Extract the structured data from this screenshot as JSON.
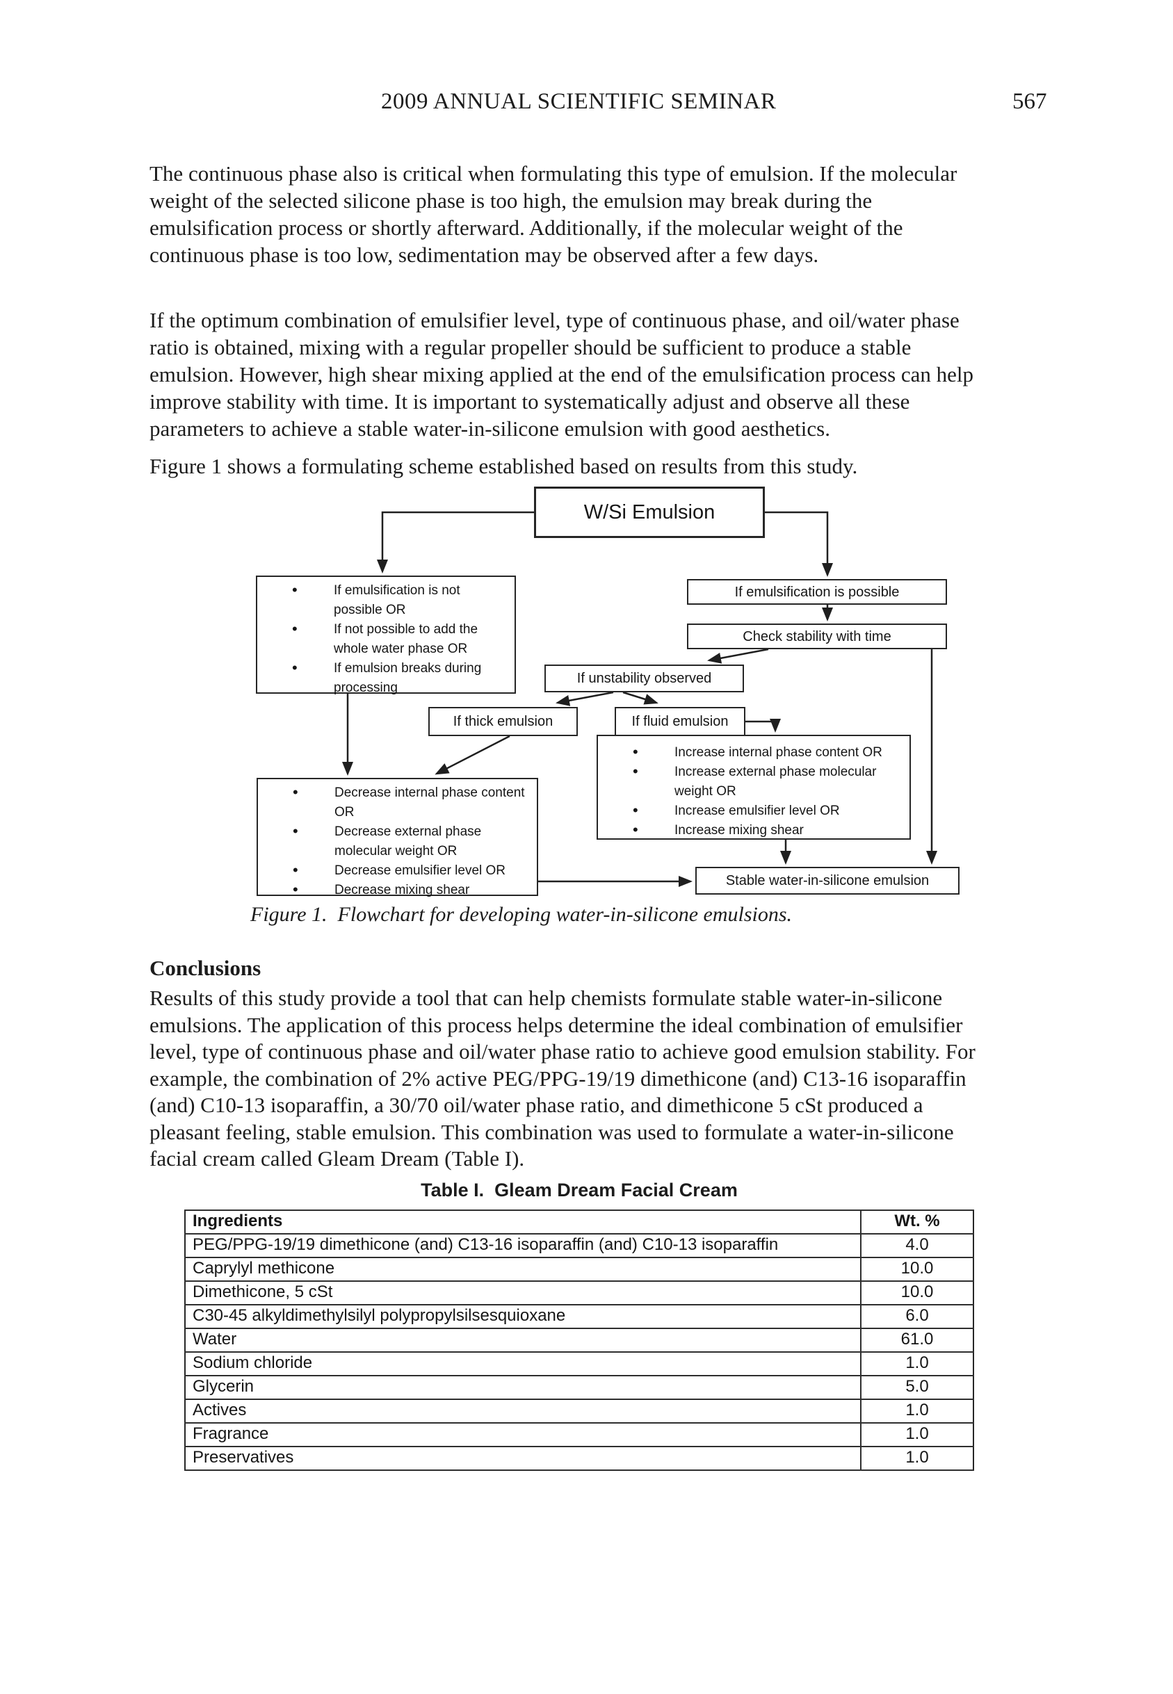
{
  "page": {
    "header": {
      "title": "2009 ANNUAL SCIENTIFIC SEMINAR",
      "page_number": "567"
    },
    "paragraphs": {
      "p1_lines": [
        "The continuous phase also is critical when formulating this type of emulsion. If the molecular",
        "weight of the selected silicone phase is too high, the emulsion may break during the",
        "emulsification process or shortly afterward. Additionally, if the molecular weight of the",
        "continuous phase is too low, sedimentation may be observed after a few days."
      ],
      "p2_lines": [
        "If the optimum combination of emulsifier level, type of continuous phase, and oil/water phase",
        "ratio is obtained, mixing with a regular propeller should be sufficient to produce a stable",
        "emulsion. However, high shear mixing applied at the end of the emulsification process can help",
        "improve stability with time. It is important to systematically adjust and observe all these",
        "parameters to achieve a stable water-in-silicone emulsion with good aesthetics."
      ],
      "p3": "Figure 1 shows a formulating scheme established based on results from this study."
    },
    "figure": {
      "caption": "Figure 1.  Flowchart for developing water-in-silicone emulsions.",
      "nodes": {
        "root": "W/Si Emulsion",
        "possible": "If emulsification is possible",
        "check": "Check stability with time",
        "unstable": "If unstability observed",
        "thick": "If thick emulsion",
        "fluid": "If fluid emulsion",
        "stable": "Stable water-in-silicone emulsion",
        "not_possible_items": [
          "If emulsification is not possible OR",
          "If not possible to add the whole water phase OR",
          "If emulsion breaks during processing"
        ],
        "increase_items": [
          "Increase internal phase content OR",
          "Increase external phase molecular weight OR",
          "Increase emulsifier level OR",
          "Increase mixing shear"
        ],
        "decrease_items": [
          "Decrease internal phase content OR",
          "Decrease external phase molecular weight OR",
          "Decrease emulsifier level OR",
          "Decrease mixing shear"
        ]
      }
    },
    "conclusions": {
      "heading": "Conclusions",
      "lines": [
        "Results of this study provide a tool that can help chemists formulate stable water-in-silicone",
        "emulsions. The application of this process helps determine the ideal combination of emulsifier",
        "level, type of continuous phase and oil/water phase ratio to achieve good emulsion stability. For",
        "example, the combination of 2% active PEG/PPG-19/19 dimethicone (and) C13-16 isoparaffin",
        "(and) C10-13 isoparaffin, a 30/70 oil/water phase ratio, and dimethicone 5 cSt produced a",
        "pleasant feeling, stable emulsion. This combination was used to formulate a water-in-silicone",
        "facial cream called Gleam Dream (Table I)."
      ]
    },
    "table": {
      "title": "Table I.  Gleam Dream Facial Cream",
      "headers": [
        "Ingredients",
        "Wt. %"
      ],
      "rows": [
        {
          "ingredient": "PEG/PPG-19/19 dimethicone (and) C13-16 isoparaffin (and) C10-13 isoparaffin",
          "wt": "4.0"
        },
        {
          "ingredient": "Caprylyl methicone",
          "wt": "10.0"
        },
        {
          "ingredient": "Dimethicone, 5 cSt",
          "wt": "10.0"
        },
        {
          "ingredient": "C30-45 alkyldimethylsilyl polypropylsilsesquioxane",
          "wt": "6.0"
        },
        {
          "ingredient": "Water",
          "wt": "61.0"
        },
        {
          "ingredient": "Sodium chloride",
          "wt": "1.0"
        },
        {
          "ingredient": "Glycerin",
          "wt": "5.0"
        },
        {
          "ingredient": "Actives",
          "wt": "1.0"
        },
        {
          "ingredient": "Fragrance",
          "wt": "1.0"
        },
        {
          "ingredient": "Preservatives",
          "wt": "1.0"
        }
      ]
    },
    "ink_color": "#1c1c1c"
  }
}
